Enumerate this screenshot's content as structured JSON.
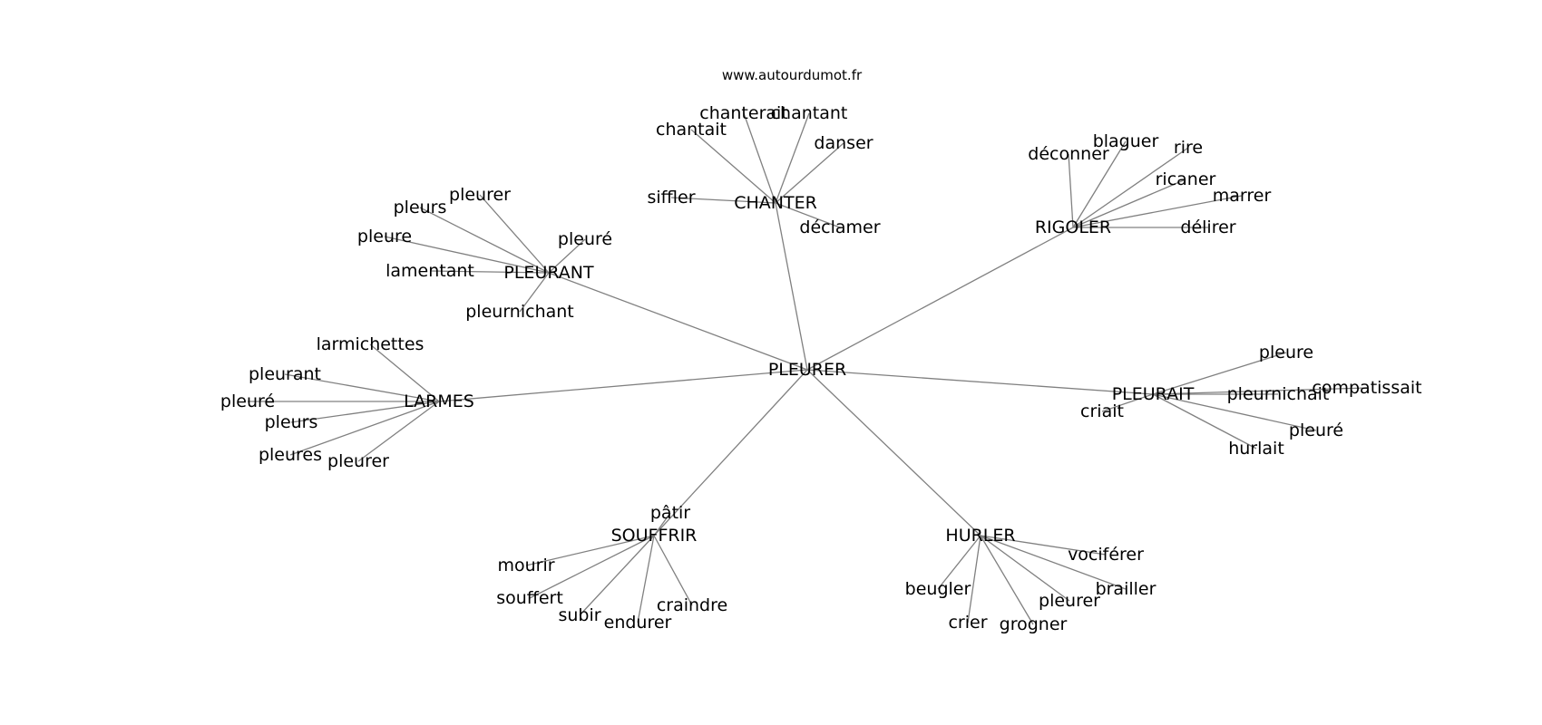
{
  "site_label": "www.autourdumot.fr",
  "root": "PLEURER",
  "groups": [
    {
      "id": "PLEURANT",
      "words": [
        "pleurer",
        "pleurs",
        "pleure",
        "pleuré",
        "lamentant",
        "pleurnichant"
      ]
    },
    {
      "id": "CHANTER",
      "words": [
        "chanterait",
        "chantant",
        "chantait",
        "danser",
        "siffler",
        "déclamer"
      ]
    },
    {
      "id": "RIGOLER",
      "words": [
        "blaguer",
        "rire",
        "déconner",
        "ricaner",
        "marrer",
        "délirer"
      ]
    },
    {
      "id": "LARMES",
      "words": [
        "larmichettes",
        "pleurant",
        "pleuré",
        "pleurs",
        "pleures",
        "pleurer"
      ]
    },
    {
      "id": "PLEURAIT",
      "words": [
        "pleure",
        "compatissait",
        "pleurnichait",
        "criait",
        "pleuré",
        "hurlait"
      ]
    },
    {
      "id": "SOUFFRIR",
      "words": [
        "pâtir",
        "mourir",
        "souffert",
        "subir",
        "endurer",
        "craindre"
      ]
    },
    {
      "id": "HURLER",
      "words": [
        "vociférer",
        "beugler",
        "brailler",
        "pleurer",
        "crier",
        "grogner"
      ]
    }
  ]
}
